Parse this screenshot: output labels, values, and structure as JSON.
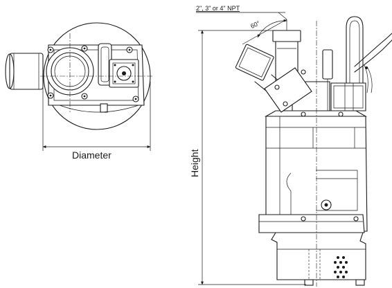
{
  "labels": {
    "diameter": "Diameter",
    "height": "Height",
    "outlet_size": "2\", 3\" or 4\" NPT",
    "angle": "60°"
  }
}
